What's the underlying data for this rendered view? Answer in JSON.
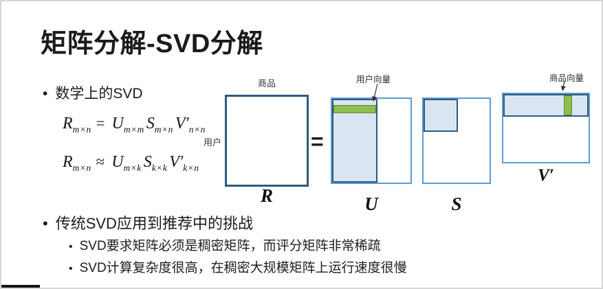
{
  "slide": {
    "title": "矩阵分解-SVD分解",
    "section1": {
      "bullet": "•",
      "label": "数学上的SVD"
    },
    "formula1": {
      "lhs": "R",
      "lhs_sub": "m×n",
      "op": "=",
      "t1": "U",
      "t1_sub": "m×m",
      "t2": "S",
      "t2_sub": "m×n",
      "t3": "V′",
      "t3_sub": "n×n"
    },
    "formula2": {
      "lhs": "R",
      "lhs_sub": "m×n",
      "op": "≈",
      "t1": "U",
      "t1_sub": "m×k",
      "t2": "S",
      "t2_sub": "k×k",
      "t3": "V′",
      "t3_sub": "k×n"
    },
    "diagram": {
      "r_top_label": "商品",
      "r_left_label": "用户",
      "r_name": "R",
      "equals": "=",
      "u_callout": "用户向量",
      "u_name": "U",
      "s_name": "S",
      "v_callout": "商品向量",
      "v_name": "V′"
    },
    "section2": {
      "bullet": "•",
      "label": "传统SVD应用到推荐中的挑战",
      "items": [
        {
          "bullet": "•",
          "text": "SVD要求矩阵必须是稠密矩阵，而评分矩阵非常稀疏"
        },
        {
          "bullet": "•",
          "text": "SVD计算复杂度很高，在稠密大规模矩阵上运行速度很慢"
        }
      ]
    },
    "colors": {
      "matrix_border_dark": "#2e5a7d",
      "matrix_border_light": "#5b9bd5",
      "matrix_fill": "#d9e6f2",
      "green_fill": "#8fbd4e",
      "green_border": "#64882f"
    }
  }
}
